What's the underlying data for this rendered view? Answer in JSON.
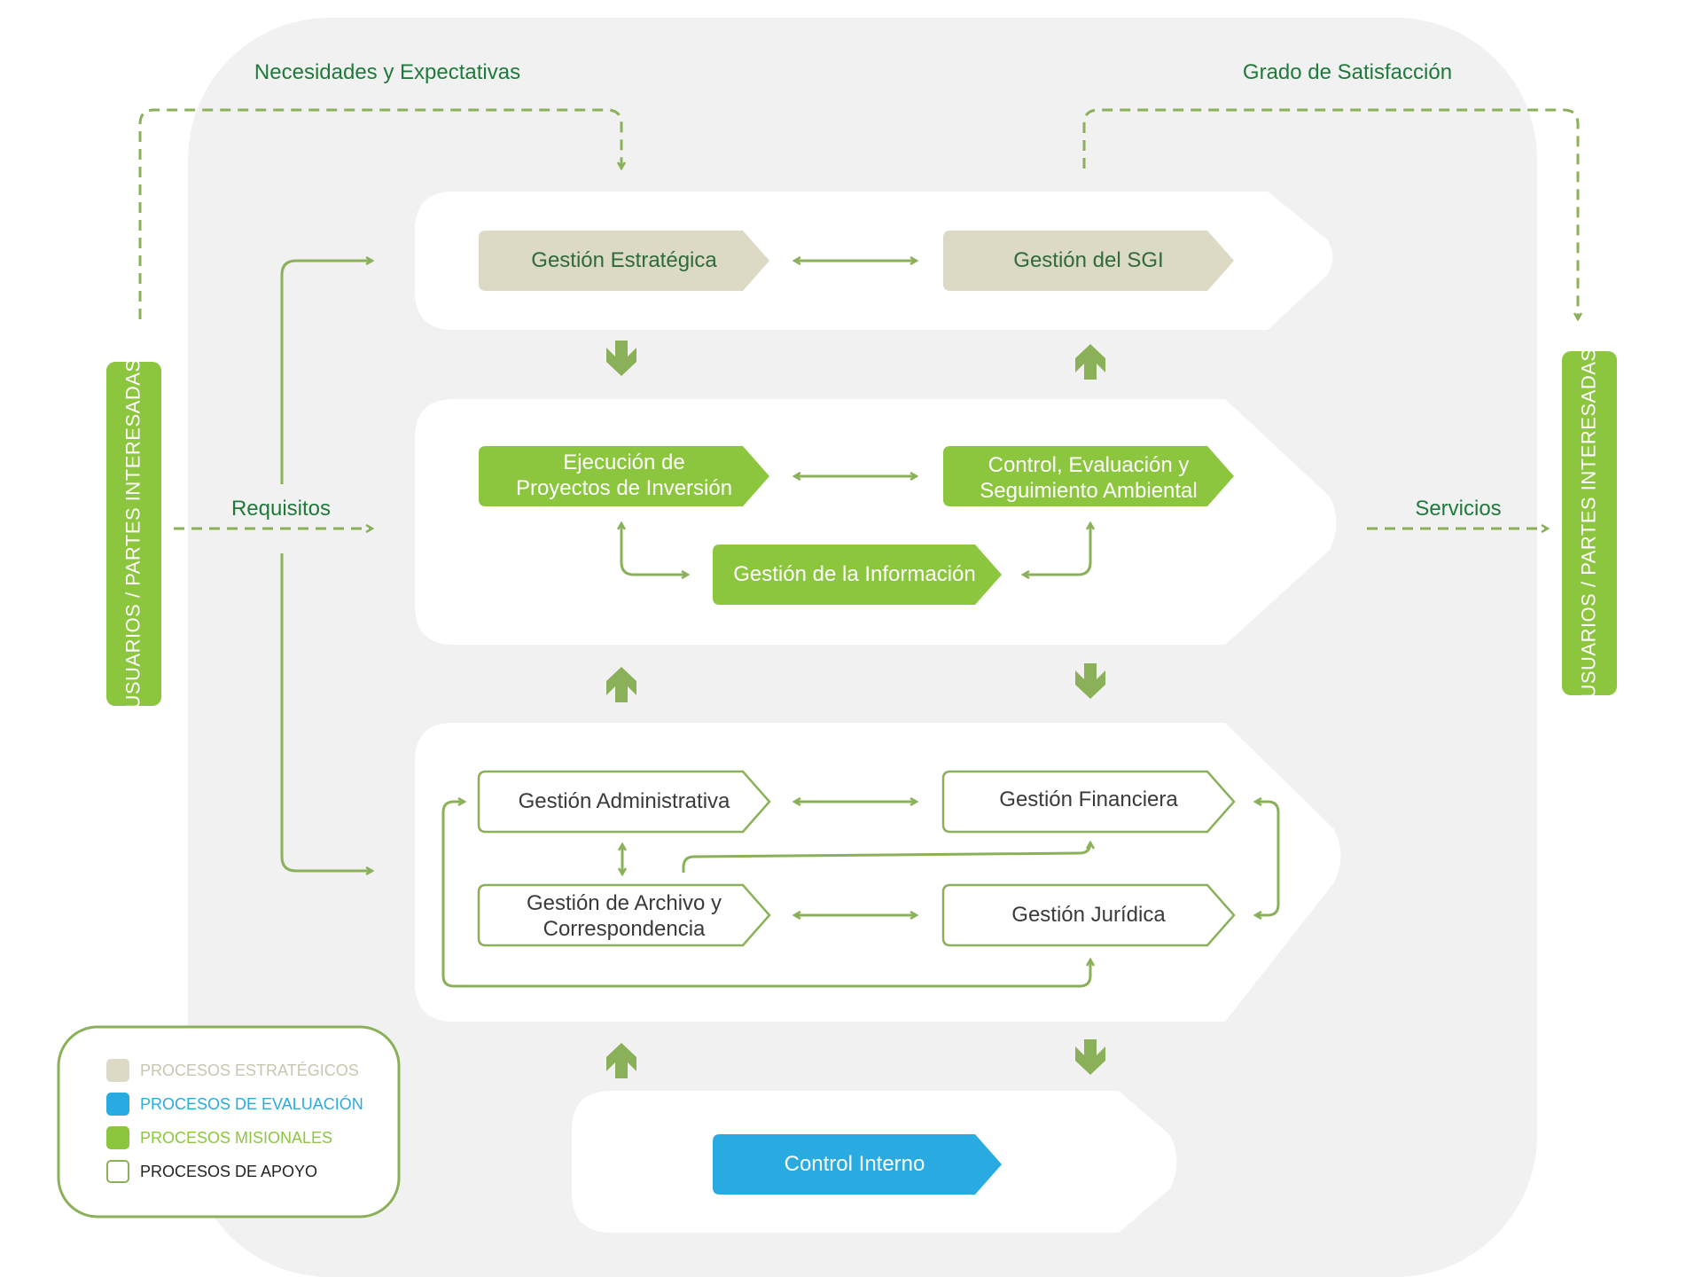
{
  "flows": {
    "needs_expectations": "Necesidades y Expectativas",
    "satisfaction": "Grado de Satisfacción",
    "requirements": "Requisitos",
    "services": "Servicios"
  },
  "stakeholders": {
    "left_label": "USUARIOS / PARTES INTERESADAS",
    "right_label": "USUARIOS / PARTES INTERESADAS"
  },
  "strategic": {
    "gestion_estrategica": "Gestión Estratégica",
    "gestion_sgi": "Gestión del SGI"
  },
  "missional": {
    "ejecucion_line1": "Ejecución de",
    "ejecucion_line2": "Proyectos de Inversión",
    "control_line1": "Control, Evaluación y",
    "control_line2": "Seguimiento Ambiental",
    "informacion": "Gestión de la Información"
  },
  "support": {
    "administrativa": "Gestión Administrativa",
    "financiera": "Gestión Financiera",
    "archivo_line1": "Gestión de Archivo y",
    "archivo_line2": "Correspondencia",
    "juridica": "Gestión Jurídica"
  },
  "evaluation": {
    "control_interno": "Control Interno"
  },
  "legend": {
    "estrategicos": "PROCESOS ESTRATÉGICOS",
    "evaluacion": "PROCESOS DE EVALUACIÓN",
    "misionales": "PROCESOS MISIONALES",
    "apoyo": "PROCESOS DE APOYO"
  },
  "colors": {
    "strategic": "#dcd9c5",
    "evaluation": "#29abe2",
    "missional": "#8cc63f",
    "support_border": "#8bb05a",
    "arrow": "#8bb05a",
    "background_panel": "#f1f1f1",
    "flow_text": "#1e7a3a"
  }
}
